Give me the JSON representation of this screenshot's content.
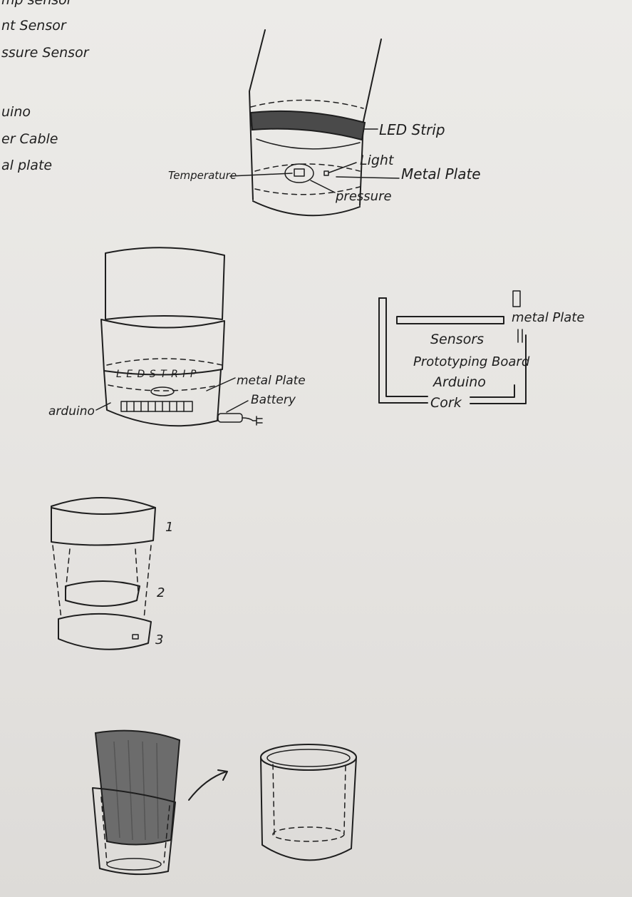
{
  "margin_list": [
    "mp sensor",
    "nt Sensor",
    "ssure Sensor",
    "uino",
    "er Cable",
    "al plate"
  ],
  "cup_sketch": {
    "labels": {
      "led_strip": "LED Strip",
      "light": "Light",
      "metal_plate": "Metal Plate",
      "temperature": "Temperature",
      "pressure": "pressure"
    }
  },
  "sleeve_sketch": {
    "labels": {
      "led_strip": "L E D   S T R I P",
      "metal_plate": "metal Plate",
      "battery": "Battery",
      "arduino": "arduino"
    }
  },
  "cross_section": {
    "labels": {
      "metal_plate": "metal Plate",
      "sensors": "Sensors",
      "prototyping_board": "Prototyping Board",
      "arduino": "Arduino",
      "cork": "Cork"
    }
  },
  "exploded_view": {
    "numbers": [
      "1",
      "2",
      "3"
    ]
  }
}
